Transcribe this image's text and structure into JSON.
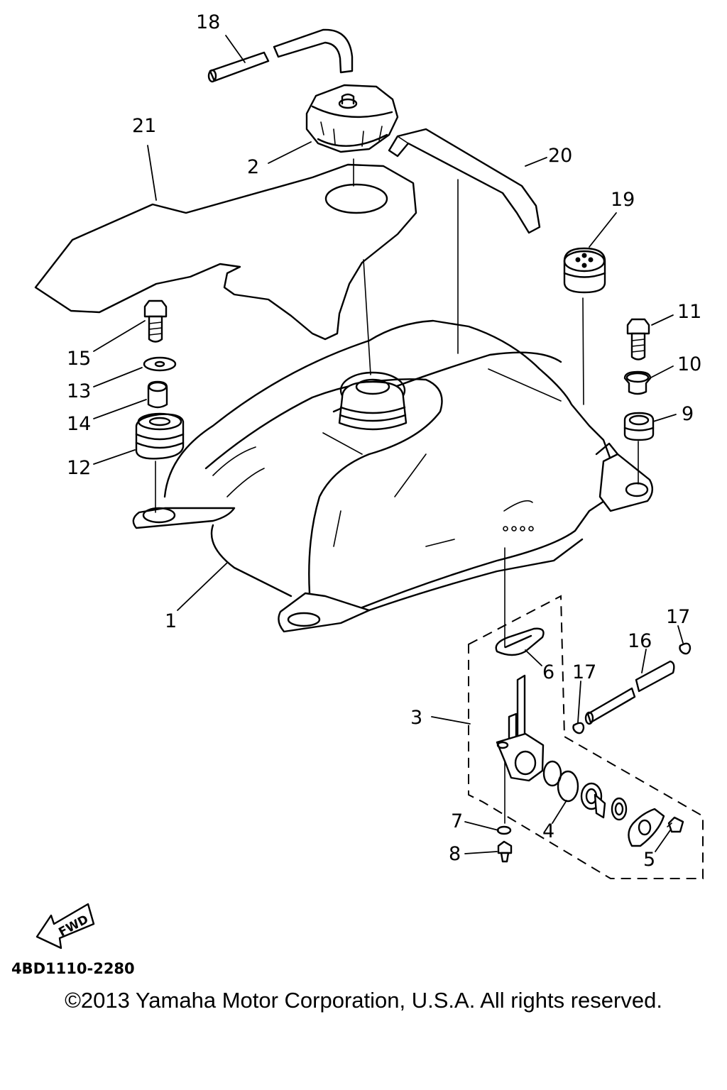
{
  "callouts": {
    "c1": "1",
    "c2": "2",
    "c3": "3",
    "c4": "4",
    "c5": "5",
    "c6": "6",
    "c7": "7",
    "c8": "8",
    "c9": "9",
    "c10": "10",
    "c11": "11",
    "c12": "12",
    "c13": "13",
    "c14": "14",
    "c15": "15",
    "c16": "16",
    "c17a": "17",
    "c17b": "17",
    "c18": "18",
    "c19": "19",
    "c20": "20",
    "c21": "21"
  },
  "fwd_label": "FWD",
  "diagram_code": "4BD1110-2280",
  "copyright": "©2013 Yamaha Motor Corporation, U.S.A. All rights reserved."
}
